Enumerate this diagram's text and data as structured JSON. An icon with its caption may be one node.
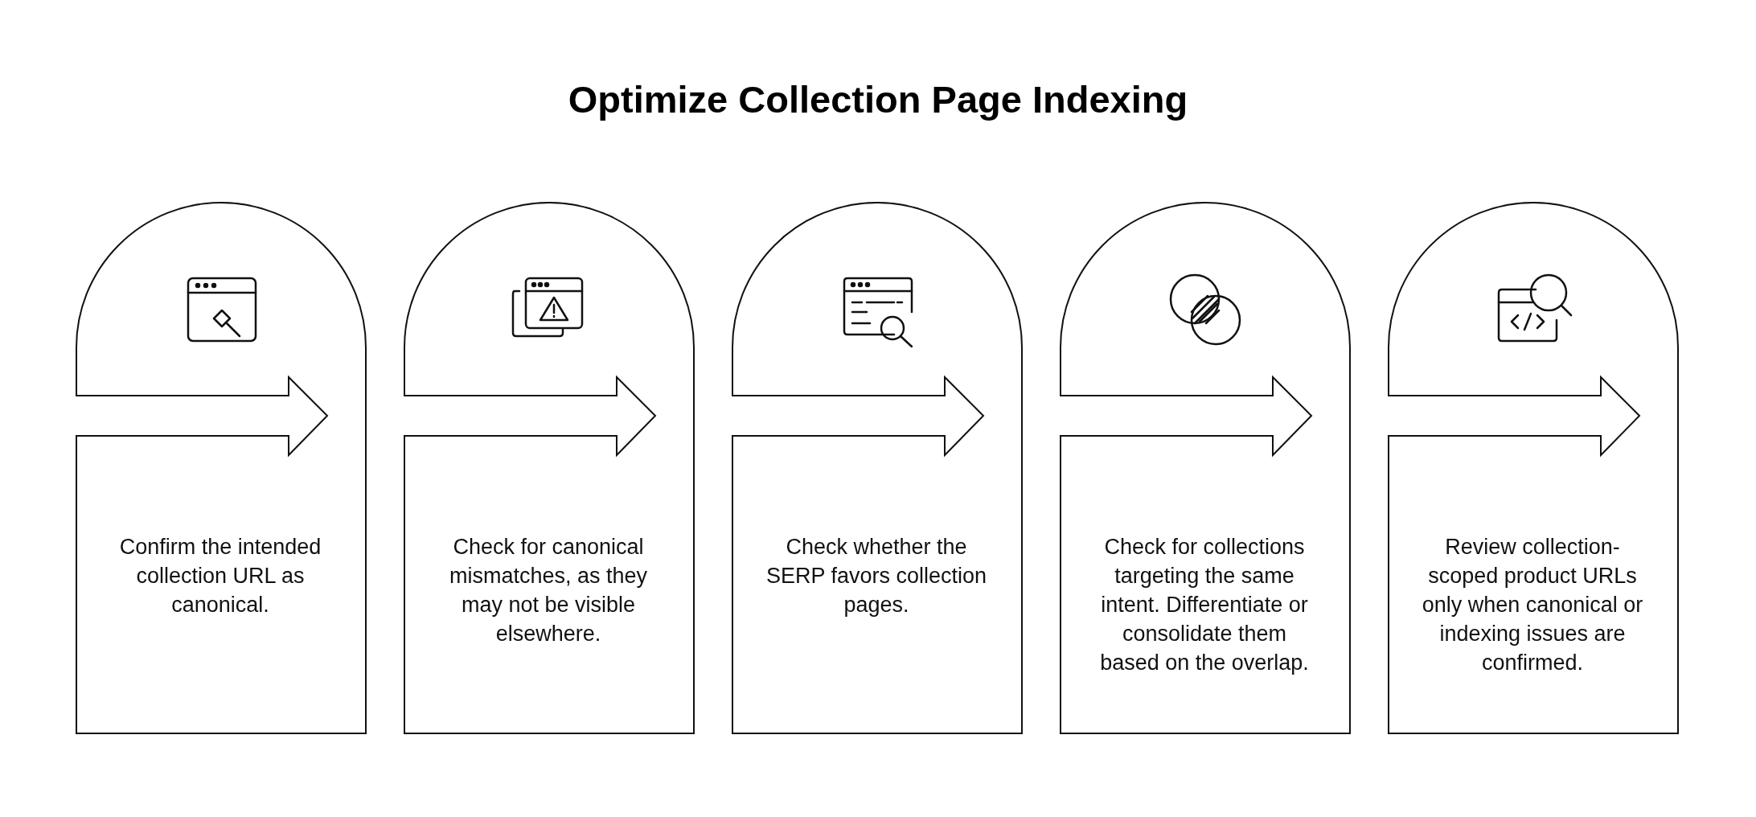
{
  "diagram": {
    "title": "Optimize Collection Page Indexing",
    "nodes": [
      {
        "text": [
          "Confirm the intended collection URL as canonical."
        ]
      },
      {
        "text": [
          "Check for canonical mismatches, as they may not be visible elsewhere."
        ]
      },
      {
        "text": [
          "Check whether the SERP favors collection pages."
        ]
      },
      {
        "text": [
          "Check for collections targeting the same intent. Differentiate or consolidate them based on the overlap."
        ]
      },
      {
        "text": [
          "Review collection-scoped product URLs only when canonical or indexing issues are confirmed."
        ]
      }
    ]
  }
}
